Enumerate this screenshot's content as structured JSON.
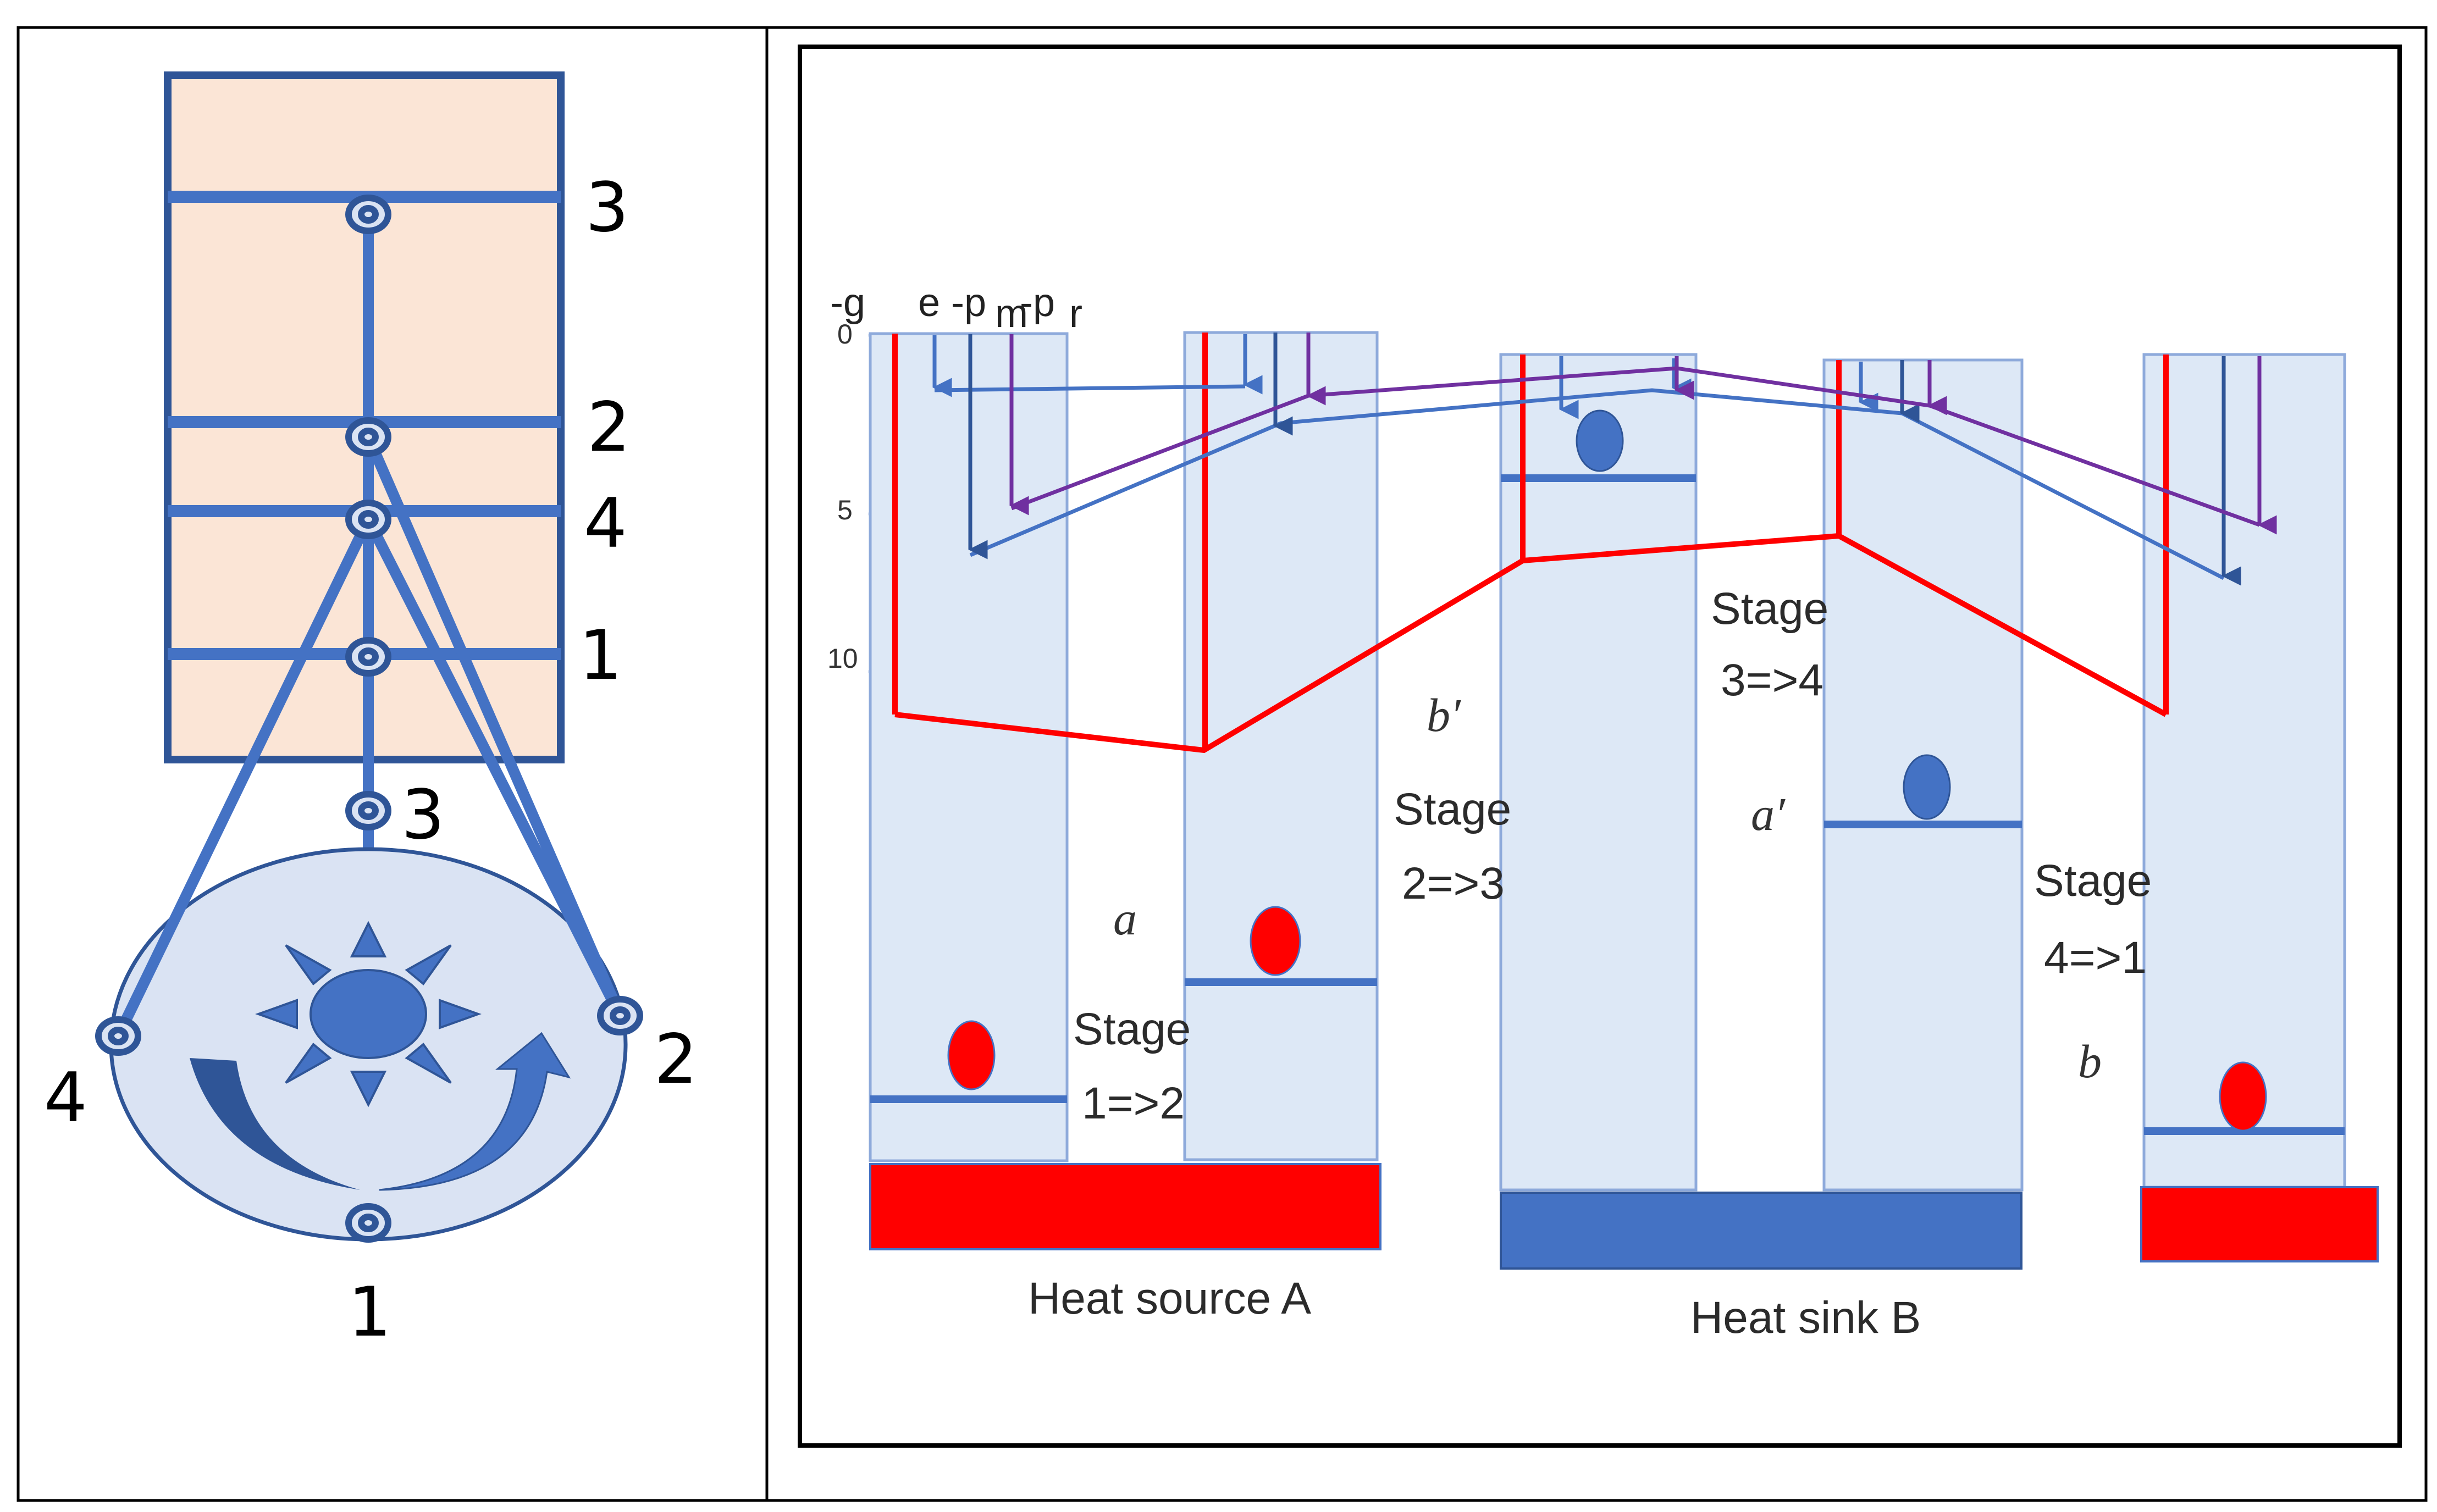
{
  "left": {
    "frame_labels": {
      "f3": "3",
      "f2": "2",
      "f4": "4",
      "f1": "1"
    },
    "wheel_labels": {
      "w3": "3",
      "w2": "2",
      "w4": "4",
      "w1": "1"
    }
  },
  "right": {
    "header": {
      "g": "-g",
      "e": "e -p",
      "m": "m",
      "dash": "-p",
      "r": "r"
    },
    "axis_ticks": [
      "0",
      "5",
      "10"
    ],
    "stage_1_2": {
      "letter": "a",
      "line1": "Stage",
      "line2": "1=>2"
    },
    "stage_2_3": {
      "letter": "b′",
      "line1": "Stage",
      "line2": "2=>3"
    },
    "stage_3_4": {
      "letter": "a′",
      "line1": "Stage",
      "line2": "3=>4"
    },
    "stage_4_1": {
      "letter": "b",
      "line1": "Stage",
      "line2": "4=>1"
    },
    "heat_source": "Heat source A",
    "heat_sink": "Heat sink B",
    "colors": {
      "hot": "#ff0000",
      "cold": "#4472c4",
      "purple": "#7030a0",
      "navy": "#2f5597",
      "tank": "#dde8f6",
      "frame_fill": "#fbe5d6"
    }
  }
}
